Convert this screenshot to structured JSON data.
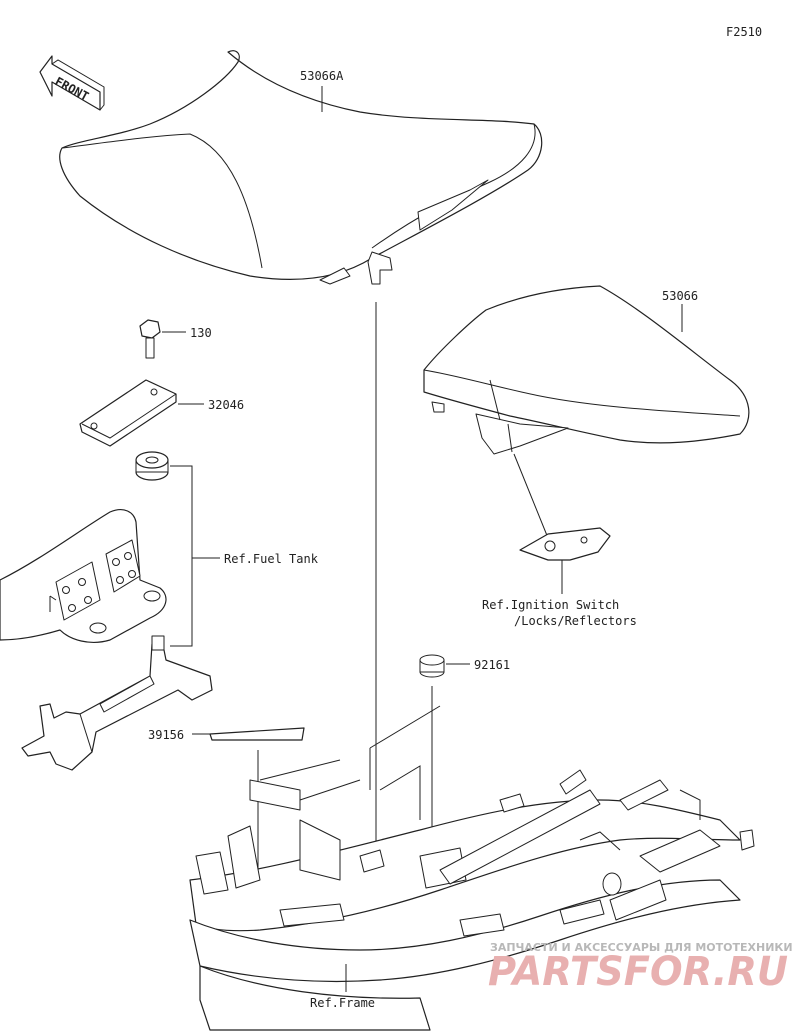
{
  "figure_code": "F2510",
  "front_label": "FRONT",
  "parts": {
    "seat_rider": "53066A",
    "seat_pillion": "53066",
    "bolt": "130",
    "bracket": "32046",
    "damper": "92161",
    "label": "39156"
  },
  "refs": {
    "fuel_tank": "Ref.Fuel Tank",
    "ignition_line1": "Ref.Ignition Switch",
    "ignition_line2": "/Locks/Reflectors",
    "frame": "Ref.Frame"
  },
  "watermark": {
    "top": "ЗАПЧАСТИ И АКСЕССУАРЫ ДЛЯ МОТОТЕХНИКИ",
    "brand": "PARTSFOR.RU"
  }
}
